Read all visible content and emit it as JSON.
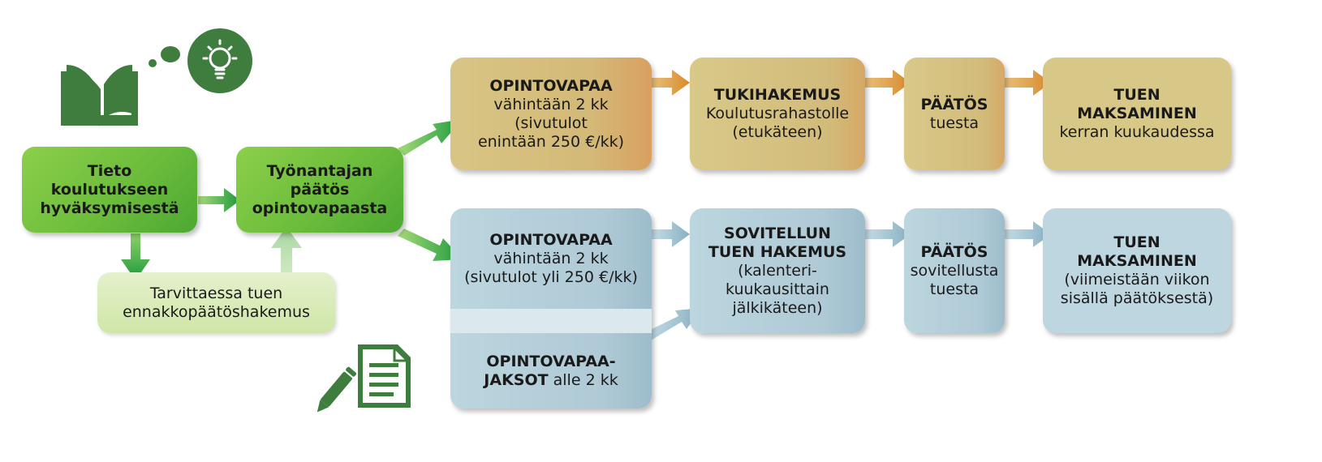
{
  "boxes": {
    "tieto": {
      "lines": [
        "Tieto",
        "koulutukseen",
        "hyväksymisestä"
      ]
    },
    "ennakko": {
      "lines": [
        "Tarvittaessa tuen",
        "ennakkopäätöshakemus"
      ]
    },
    "tyonantaja": {
      "lines": [
        "Työnantajan",
        "päätös",
        "opintovapaasta"
      ]
    },
    "gold_opintovapaa": {
      "title": "OPINTOVAPAA",
      "lines": [
        "vähintään 2 kk",
        "(sivutulot",
        "enintään 250 €/kk)"
      ]
    },
    "gold_tukihakemus": {
      "title": "TUKIHAKEMUS",
      "lines": [
        "Koulutusrahastolle",
        "(etukäteen)"
      ]
    },
    "gold_paatos": {
      "title": "PÄÄTÖS",
      "lines": [
        "tuesta"
      ]
    },
    "gold_maksaminen": {
      "title_lines": [
        "TUEN",
        "MAKSAMINEN"
      ],
      "lines": [
        "kerran kuukaudessa"
      ]
    },
    "blue_opintovapaa": {
      "title": "OPINTOVAPAA",
      "lines": [
        "vähintään 2 kk",
        "(sivutulot yli 250 €/kk)"
      ]
    },
    "blue_jaksot": {
      "title_line1": "OPINTOVAPAA-",
      "title_line2": "JAKSOT",
      "rest": " alle 2 kk"
    },
    "blue_sovitellun": {
      "title_lines": [
        "SOVITELLUN",
        "TUEN HAKEMUS"
      ],
      "lines": [
        "(kalenteri-",
        "kuukausittain",
        "jälkikäteen)"
      ]
    },
    "blue_paatos": {
      "title": "PÄÄTÖS",
      "lines": [
        "sovitellusta",
        "tuesta"
      ]
    },
    "blue_maksaminen": {
      "title_lines": [
        "TUEN",
        "MAKSAMINEN"
      ],
      "lines": [
        "(viimeistään viikon",
        "sisällä päätöksestä)"
      ]
    }
  },
  "colors": {
    "green": "#6cbd3c",
    "dark_green": "#3a7a3a",
    "light_green": "#d8ebb8",
    "gold": "#d6c283",
    "orange_arrow": "#d99a40",
    "blue": "#b3ced9",
    "blue_arrow": "#8eb5c5"
  },
  "icons": [
    "book-icon",
    "thought-bubble-icon",
    "lightbulb-icon",
    "document-pencil-icon"
  ]
}
